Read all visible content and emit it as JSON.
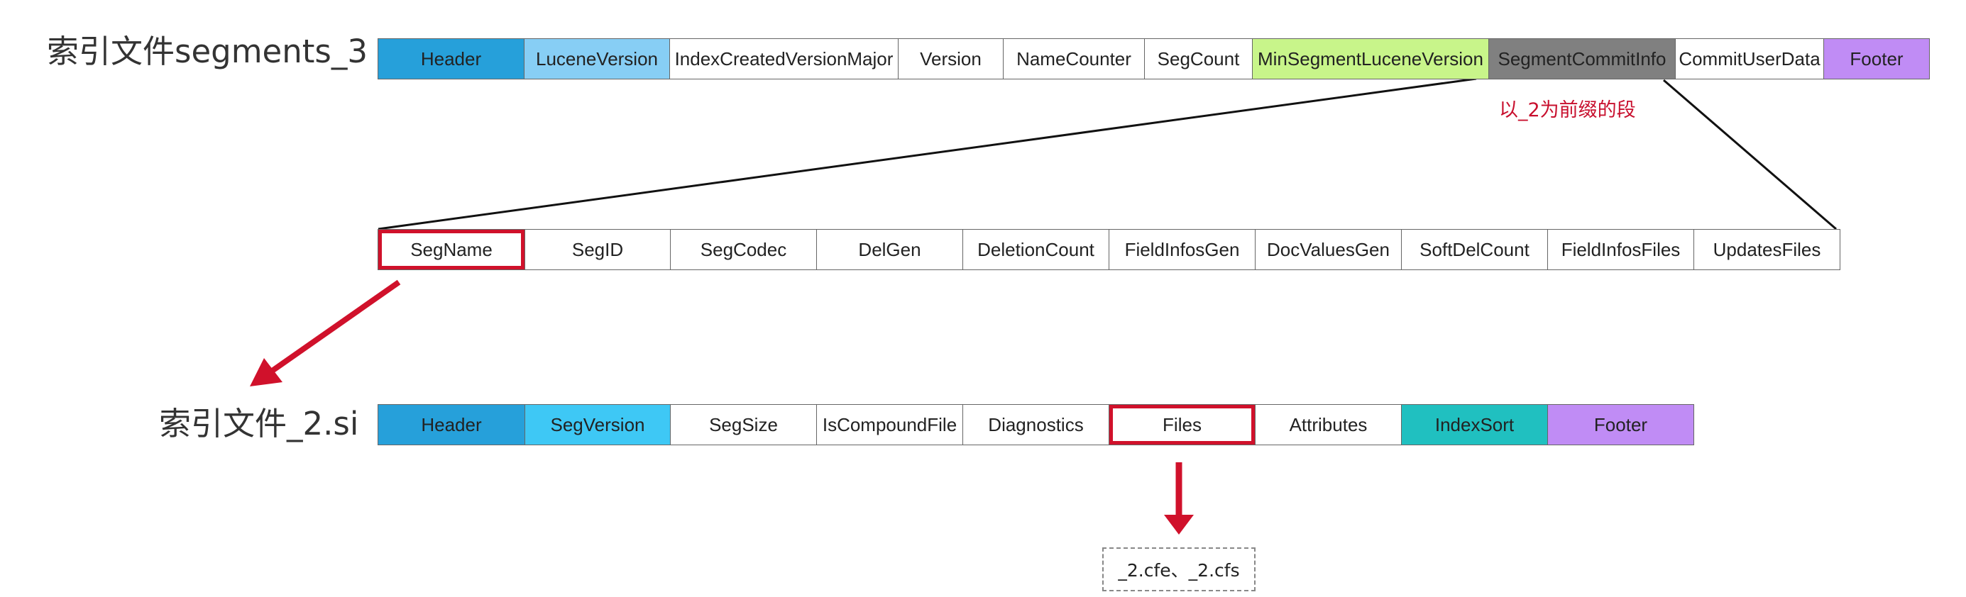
{
  "segments_file": {
    "label": "索引文件segments_3",
    "fields": [
      {
        "label": "Header",
        "color": "#26a0da"
      },
      {
        "label": "LuceneVersion",
        "color": "#87cef5"
      },
      {
        "label": "IndexCreatedVersionMajor",
        "color": "#ffffff"
      },
      {
        "label": "Version",
        "color": "#ffffff"
      },
      {
        "label": "NameCounter",
        "color": "#ffffff"
      },
      {
        "label": "SegCount",
        "color": "#ffffff"
      },
      {
        "label": "MinSegmentLuceneVersion",
        "color": "#c8f58a"
      },
      {
        "label": "SegmentCommitInfo",
        "color": "#808080"
      },
      {
        "label": "CommitUserData",
        "color": "#ffffff"
      },
      {
        "label": "Footer",
        "color": "#c08cf5"
      }
    ],
    "annotation": "以_2为前缀的段"
  },
  "commit_info": {
    "fields": [
      {
        "label": "SegName",
        "color": "#ffffff",
        "highlight": true
      },
      {
        "label": "SegID",
        "color": "#ffffff"
      },
      {
        "label": "SegCodec",
        "color": "#ffffff"
      },
      {
        "label": "DelGen",
        "color": "#ffffff"
      },
      {
        "label": "DeletionCount",
        "color": "#ffffff"
      },
      {
        "label": "FieldInfosGen",
        "color": "#ffffff"
      },
      {
        "label": "DocValuesGen",
        "color": "#ffffff"
      },
      {
        "label": "SoftDelCount",
        "color": "#ffffff"
      },
      {
        "label": "FieldInfosFiles",
        "color": "#ffffff"
      },
      {
        "label": "UpdatesFiles",
        "color": "#ffffff"
      }
    ]
  },
  "si_file": {
    "label": "索引文件_2.si",
    "fields": [
      {
        "label": "Header",
        "color": "#26a0da"
      },
      {
        "label": "SegVersion",
        "color": "#3ec8f5"
      },
      {
        "label": "SegSize",
        "color": "#ffffff"
      },
      {
        "label": "IsCompoundFile",
        "color": "#ffffff"
      },
      {
        "label": "Diagnostics",
        "color": "#ffffff"
      },
      {
        "label": "Files",
        "color": "#ffffff",
        "highlight": true
      },
      {
        "label": "Attributes",
        "color": "#ffffff"
      },
      {
        "label": "IndexSort",
        "color": "#20c0c0"
      },
      {
        "label": "Footer",
        "color": "#c08cf5"
      }
    ],
    "files_value": "_2.cfe、_2.cfs"
  },
  "colors": {
    "highlight": "#d0112b",
    "annotation": "#c8102e",
    "connector": "#111111"
  }
}
